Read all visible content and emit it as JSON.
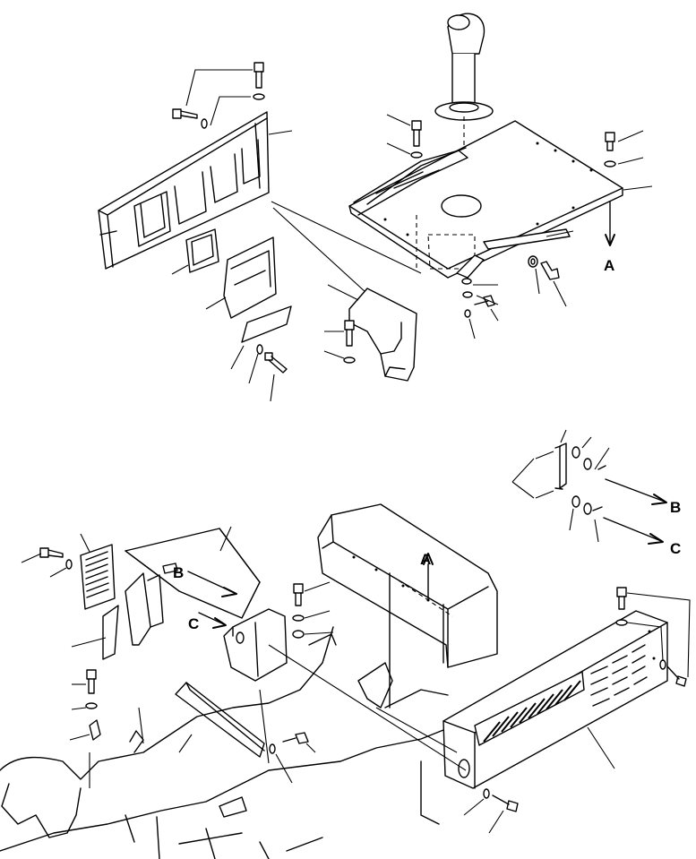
{
  "diagram": {
    "view_labels": {
      "a_top": "A",
      "a_bottom": "A",
      "b_right": "B",
      "b_left": "B",
      "c_right": "C",
      "c_left": "C"
    }
  }
}
